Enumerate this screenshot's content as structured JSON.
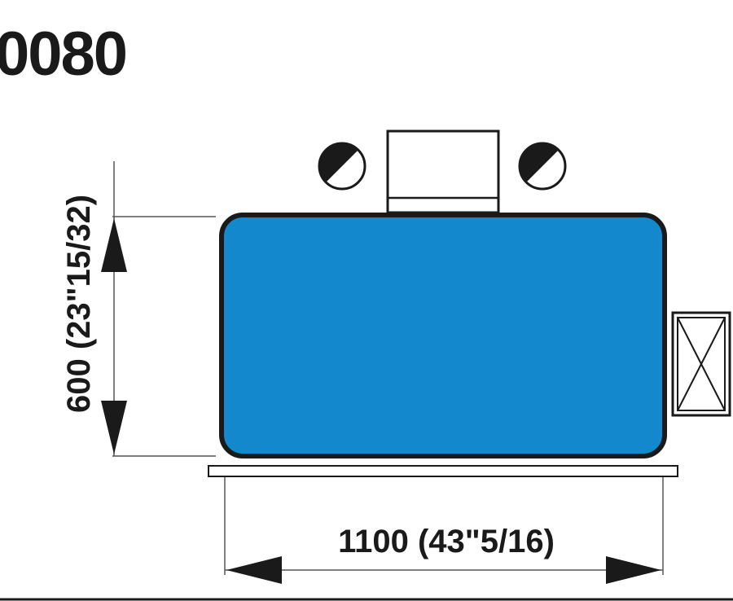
{
  "model_code": "0080",
  "dimensions": {
    "width_label": "1100 (43\"5/16)",
    "depth_label": "600 (23\"15/32)"
  },
  "colors": {
    "table_fill": "#1488CC",
    "outline": "#1a1a1a",
    "guide": "#555555",
    "background": "#ffffff"
  }
}
